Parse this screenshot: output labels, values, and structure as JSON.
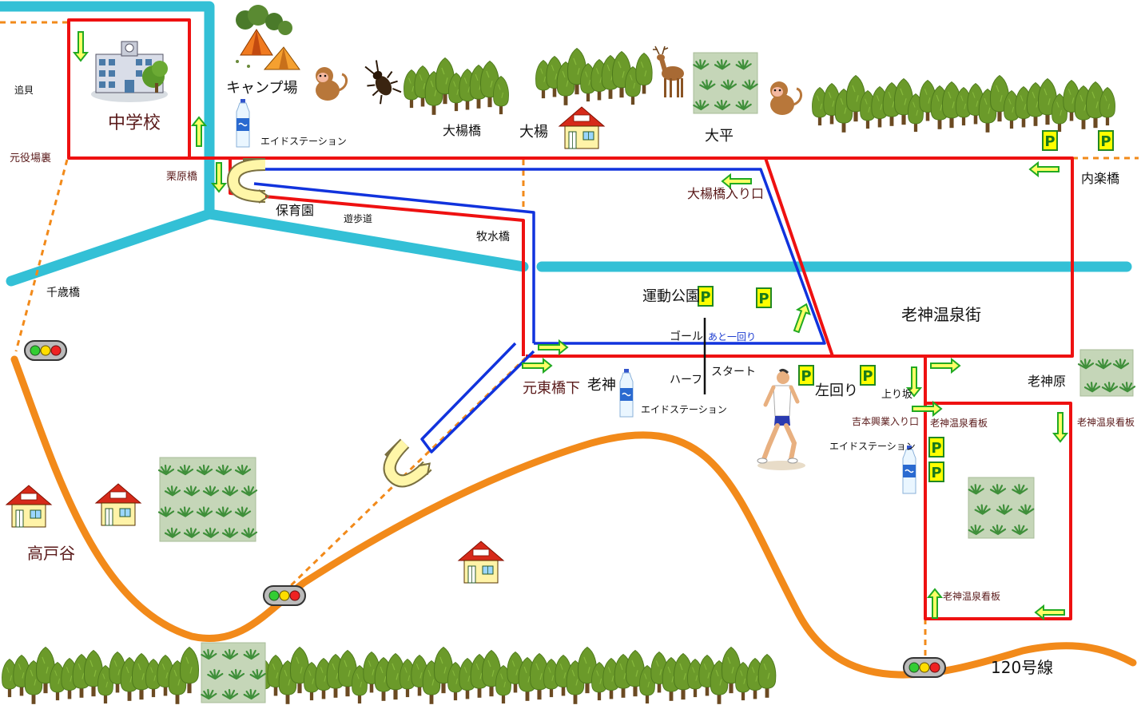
{
  "colors": {
    "course_red": "#ee1111",
    "course_blue": "#1133dd",
    "river": "#33c0d6",
    "road_orange": "#f28a1a",
    "arrow_yellow": "#ffff66",
    "arrow_green": "#22aa22",
    "parking_fill": "#ffff00",
    "tree": "#6b9a2a",
    "trunk": "#6b4a22",
    "grass_bg": "#c5d6b8"
  },
  "places": {
    "oikai": "追貝",
    "chugakko": "中学校",
    "motoyakuba_ura": "元役場裏",
    "kuribara_bashi": "栗原橋",
    "camp": "キャンプ場",
    "aid_station_1": "エイドステーション",
    "oyagi_bashi": "大楊橋",
    "oyagi": "大楊",
    "ohira": "大平",
    "uchiraku_bashi": "内楽橋",
    "hoikuen": "保育園",
    "yuhodo": "遊歩道",
    "makimizu_bashi": "牧水橋",
    "oyagi_iriguchi": "大楊橋入り口",
    "chitose_bashi": "千歳橋",
    "undo_koen": "運動公園",
    "oigami_onsengai": "老神温泉街",
    "goal": "ゴール",
    "ato_ichimawari": "あと一回り",
    "half": "ハーフ",
    "start": "スタート",
    "motohigashi_bashi_shita": "元東橋下",
    "oigami": "老神",
    "aid_station_2": "エイドステーション",
    "hidari_mawari": "左回り",
    "nobori_zaka": "上り坂",
    "oigami_hara": "老神原",
    "yoshimoto_iriguchi": "吉本興業入り口",
    "onsen_kanban_1": "老神温泉看板",
    "onsen_kanban_2": "老神温泉看板",
    "onsen_kanban_3": "老神温泉看板",
    "aid_station_3": "エイドステーション",
    "takatoya": "高戸谷",
    "route_120": "120号線"
  },
  "parking_label": "P",
  "icons": [
    "school-building-icon",
    "campsite-tents-icon",
    "monkey-icon",
    "beetle-icon",
    "deer-icon",
    "water-bottle-icon",
    "house-icon",
    "traffic-light-icon",
    "u-turn-icon",
    "runner-icon",
    "forest-icon",
    "grass-field-icon",
    "direction-arrow-icon",
    "parking-sign-icon"
  ]
}
